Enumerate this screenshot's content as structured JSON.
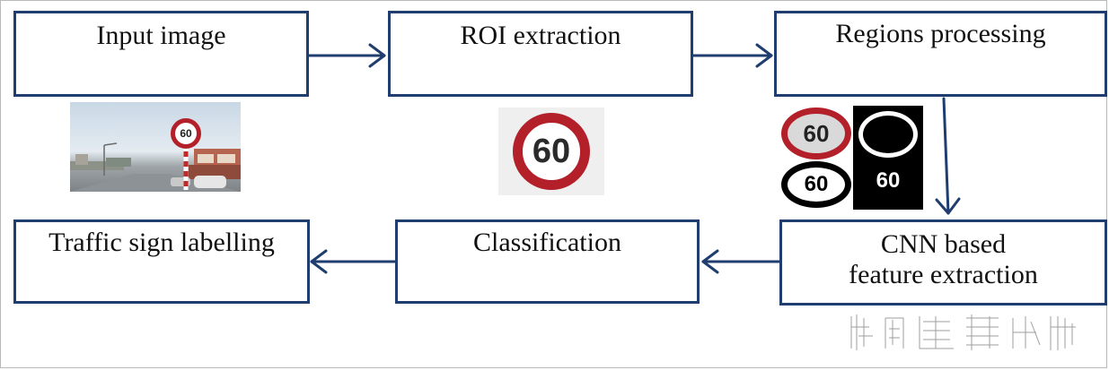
{
  "nodes": {
    "input_image": "Input image",
    "roi_extraction": "ROI extraction",
    "regions_processing": "Regions processing",
    "cnn_line1": "CNN based",
    "cnn_line2": "feature extraction",
    "classification": "Classification",
    "traffic_sign_labelling": "Traffic sign labelling"
  },
  "sign_text": {
    "street_sign": "60",
    "roi_sign": "60",
    "region_color": "60",
    "region_ring": "60",
    "region_binary": "60"
  },
  "colors": {
    "box_border": "#1f3d6e",
    "arrow": "#1f3d6e",
    "sign_red": "#b3202a"
  }
}
